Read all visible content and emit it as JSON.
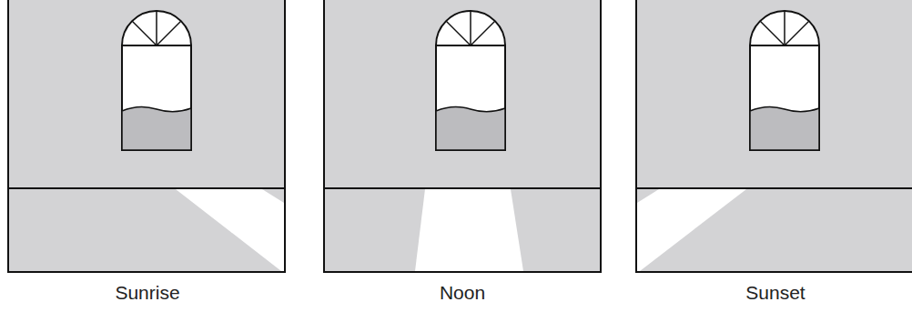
{
  "diagram": {
    "labels": [
      "Sunrise",
      "Noon",
      "Sunset"
    ]
  }
}
